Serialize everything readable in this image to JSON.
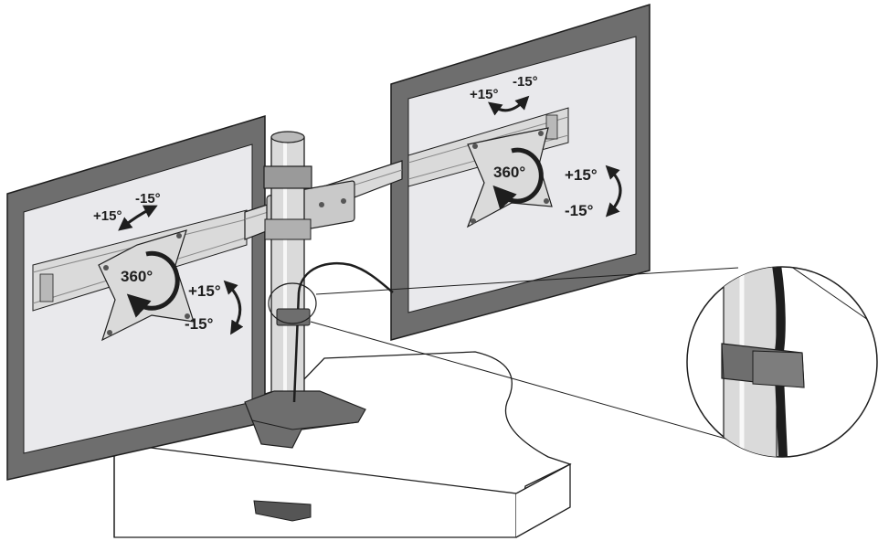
{
  "colors": {
    "bezel": "#6e6e6e",
    "screen": "#e9e9ec",
    "line": "#1e1e1e",
    "part_light": "#dadada",
    "part_mid": "#b9b9b9",
    "part_dark": "#555555",
    "background": "#ffffff"
  },
  "left_monitor": {
    "tilt_pos": "+15°",
    "tilt_neg": "-15°",
    "rotate": "360°",
    "swivel_pos": "+15°",
    "swivel_neg": "-15°"
  },
  "right_monitor": {
    "tilt_pos": "+15°",
    "tilt_neg": "-15°",
    "rotate": "360°",
    "swivel_pos": "+15°",
    "swivel_neg": "-15°"
  },
  "icons": {
    "arrow": "curved-arrow-icon",
    "cable_clip": "cable-clip-icon"
  }
}
